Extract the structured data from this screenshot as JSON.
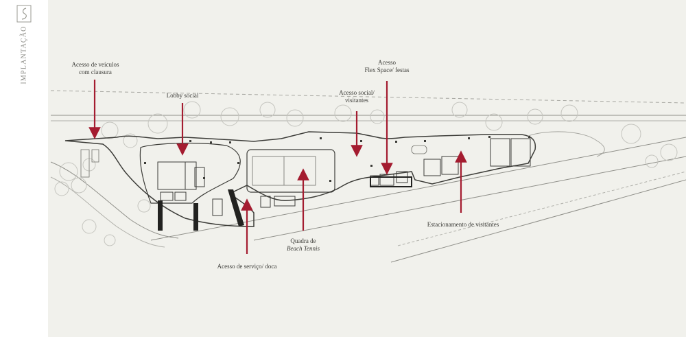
{
  "sidebar": {
    "section_label": "IMPLANTAÇÃO",
    "logo_icon": "brand-monogram-icon"
  },
  "labels": {
    "vehicle_access_l1": "Acesso de veículos",
    "vehicle_access_l2": "com clausura",
    "lobby": "Lobby social",
    "social_access_l1": "Acesso social/",
    "social_access_l2": "visitantes",
    "flex_access_l1": "Acesso",
    "flex_access_l2": "Flex Space/ festas",
    "visitor_parking": "Estacionamento de visitantes",
    "court_l1": "Quadra de",
    "court_l2": "Beach Tennis",
    "service_access": "Acesso de serviço/ doca"
  },
  "colors": {
    "arrow": "#a41c30",
    "line": "#3c3c38",
    "thin": "#a6a6a0",
    "paper": "#f1f1ec"
  }
}
